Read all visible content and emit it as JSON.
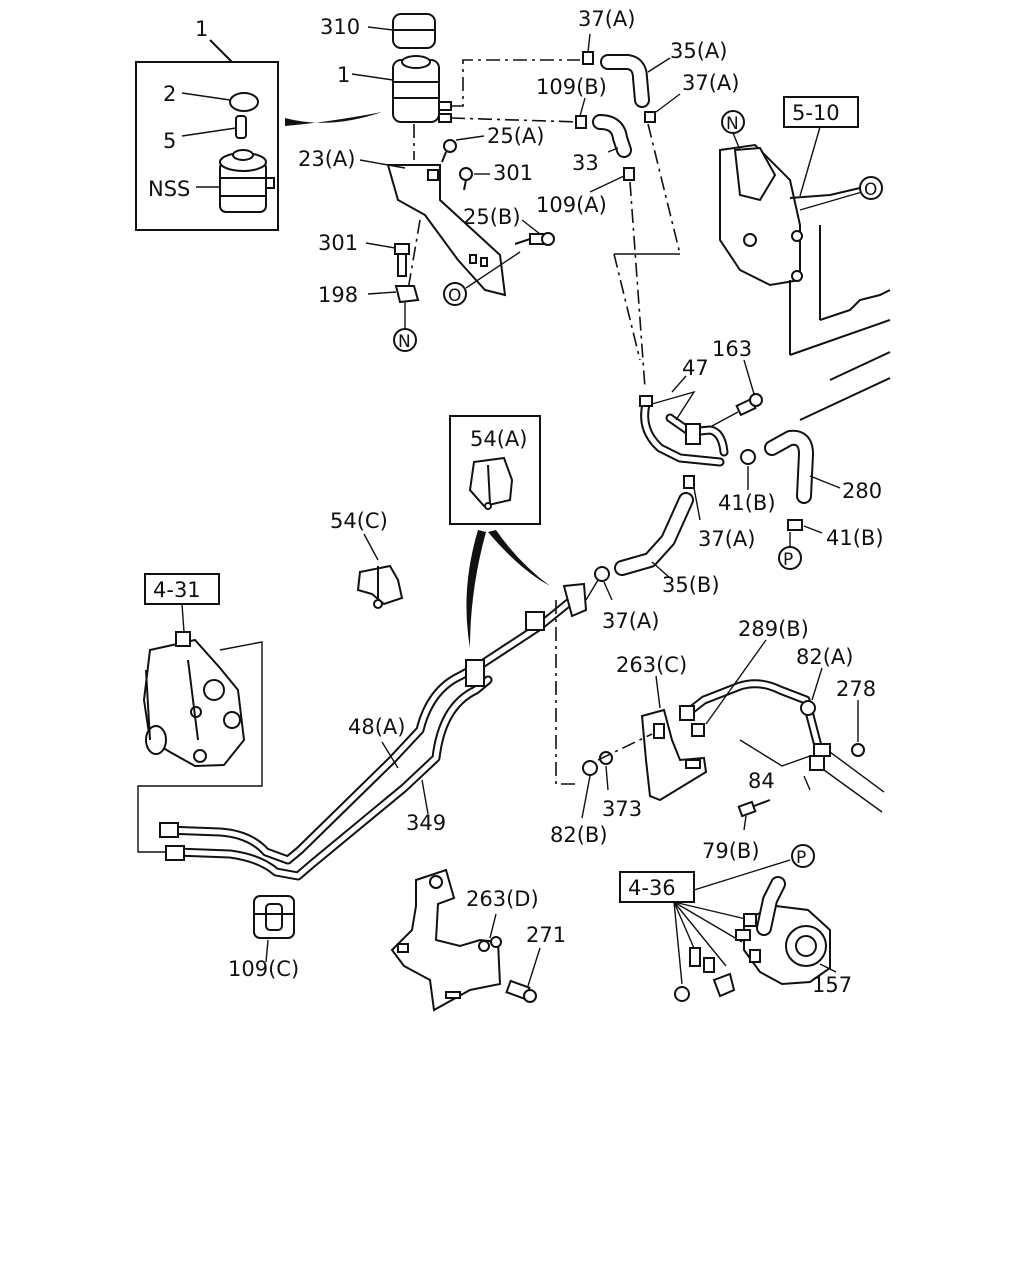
{
  "labels": {
    "l1_kit": "1",
    "l2": "2",
    "l5": "5",
    "lnss": "NSS",
    "l310": "310",
    "l1_tank": "1",
    "l23a": "23(A)",
    "l25a": "25(A)",
    "l301a": "301",
    "l25b": "25(B)",
    "l301b": "301",
    "l198": "198",
    "l37a_top": "37(A)",
    "l35a": "35(A)",
    "l109b": "109(B)",
    "l37a_2": "37(A)",
    "l33": "33",
    "l109a": "109(A)",
    "l163": "163",
    "l47": "47",
    "l280": "280",
    "l41b_1": "41(B)",
    "l41b_2": "41(B)",
    "l37a_3": "37(A)",
    "l35b": "35(B)",
    "l37a_4": "37(A)",
    "l54a": "54(A)",
    "l54c": "54(C)",
    "l48a": "48(A)",
    "l349": "349",
    "l289b": "289(B)",
    "l263c": "263(C)",
    "l82a": "82(A)",
    "l278": "278",
    "l84": "84",
    "l373": "373",
    "l82b": "82(B)",
    "l79b": "79(B)",
    "l263d": "263(D)",
    "l271": "271",
    "l109c": "109(C)",
    "l157": "157"
  },
  "refs": {
    "ref_5_10": "5-10",
    "ref_4_31": "4-31",
    "ref_4_36": "4-36"
  },
  "markers": {
    "n_left": "N",
    "n_right": "N",
    "o_left": "O",
    "o_right": "O",
    "p_top": "P",
    "p_bottom": "P"
  }
}
